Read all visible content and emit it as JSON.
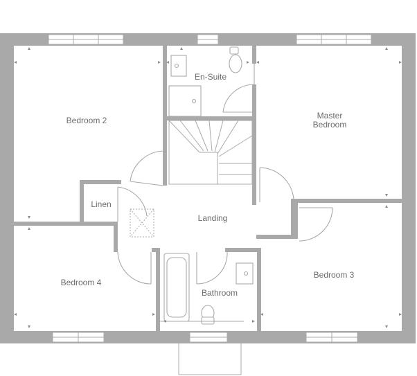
{
  "rooms": {
    "bedroom_2": "Bedroom 2",
    "en_suite": "En-Suite",
    "master_bedroom_line1": "Master",
    "master_bedroom_line2": "Bedroom",
    "linen": "Linen",
    "landing": "Landing",
    "bedroom_4": "Bedroom 4",
    "bathroom": "Bathroom",
    "bedroom_3": "Bedroom 3"
  },
  "colors": {
    "wall": "#a9a9a9",
    "label": "#6b6b6b",
    "background": "#ffffff"
  }
}
